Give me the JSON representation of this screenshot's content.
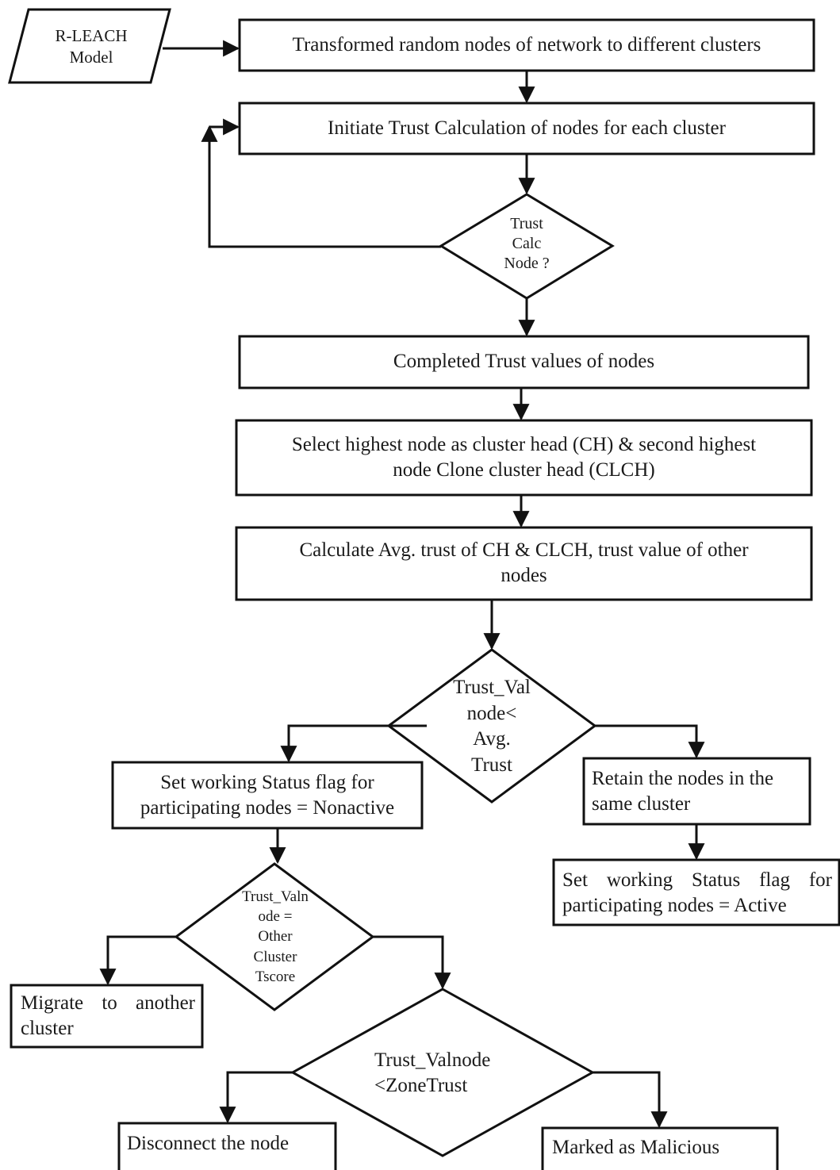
{
  "nodes": {
    "rleach": [
      "R-LEACH",
      "Model"
    ],
    "transform": "Transformed random nodes of network to different clusters",
    "initiate": "Initiate Trust Calculation of nodes for each cluster",
    "trust_calc": [
      "Trust",
      "Calc",
      "Node ?"
    ],
    "completed": "Completed Trust values of nodes",
    "select": [
      "Select highest node as cluster head (CH) & second highest",
      "node Clone cluster head (CLCH)"
    ],
    "calculate": [
      "Calculate Avg. trust of CH & CLCH, trust value of other",
      "nodes"
    ],
    "trust_val": [
      "Trust_Val",
      "node<",
      "Avg.",
      "Trust"
    ],
    "set_nonactive": [
      "Set working Status flag for",
      "participating nodes = Nonactive"
    ],
    "retain": [
      "Retain the nodes in the",
      "same cluster"
    ],
    "set_active": [
      "Set working Status flag for",
      "participating nodes = Active"
    ],
    "trust_valnode_other": [
      "Trust_Valn",
      "ode =",
      "Other",
      "Cluster",
      "Tscore"
    ],
    "migrate": [
      "Migrate to another",
      "cluster"
    ],
    "trust_valnode_zone": [
      "Trust_Valnode",
      "<ZoneTrust"
    ],
    "disconnect": "Disconnect the node",
    "malicious": "Marked as Malicious"
  }
}
